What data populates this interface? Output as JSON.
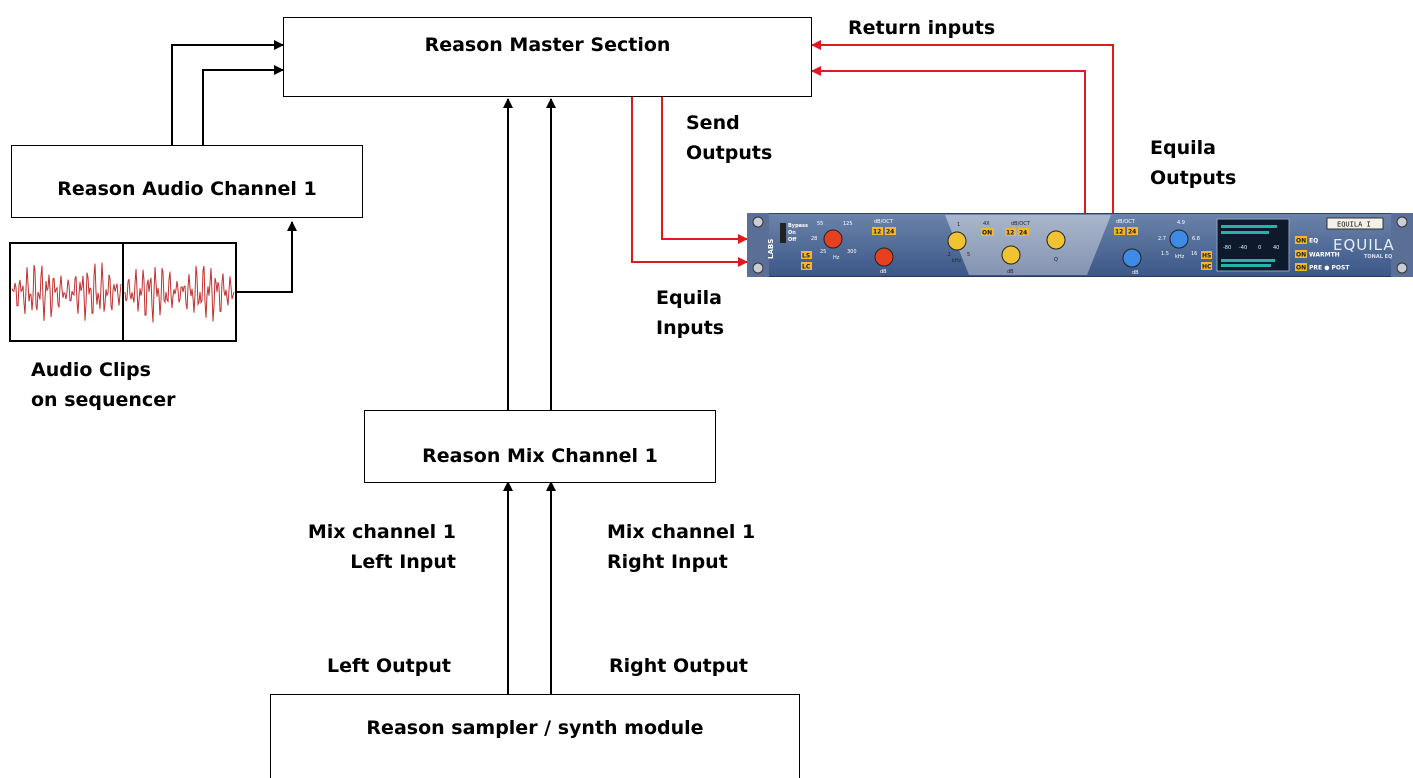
{
  "boxes": {
    "master": "Reason Master Section",
    "audio_channel": "Reason Audio Channel 1",
    "mix_channel": "Reason Mix Channel 1",
    "sampler": "Reason sampler / synth module"
  },
  "labels": {
    "return_inputs": "Return inputs",
    "send_outputs": [
      "Send",
      "Outputs"
    ],
    "equila_outputs": [
      "Equila",
      "Outputs"
    ],
    "equila_inputs": [
      "Equila",
      "Inputs"
    ],
    "audio_clips": [
      "Audio Clips",
      "on sequencer"
    ],
    "mix_left_input": [
      "Mix channel 1",
      "Left Input"
    ],
    "mix_right_input": [
      "Mix channel 1",
      "Right Input"
    ],
    "left_output": "Left Output",
    "right_output": "Right Output"
  },
  "equila": {
    "name_tag": "EQUILA I",
    "brand": "EQUILA",
    "sub_brand": "TONAL EQ",
    "maker": "LABS",
    "bypass_options": [
      "Bypass",
      "On",
      "Off"
    ],
    "section1": {
      "header": "dB/OCT",
      "freqs": [
        "55",
        "125",
        "28",
        "300",
        "25",
        "Hz"
      ],
      "slopes": [
        "12",
        "24"
      ],
      "buttons": [
        "LS",
        "LC"
      ],
      "gain_label": "dB"
    },
    "section2": {
      "freqs": [
        "1",
        ".2",
        "5",
        "kHz"
      ],
      "x4_label": "4X",
      "on_label": "ON",
      "header": "dB/OCT",
      "slopes": [
        "12",
        "24"
      ],
      "gain_label": "dB",
      "q_label": "Q"
    },
    "section3": {
      "header": "dB/OCT",
      "slopes": [
        "12",
        "24"
      ],
      "freqs": [
        "4.9",
        "2.7",
        "6.8",
        "1.5",
        "kHz",
        "16"
      ],
      "buttons": [
        "HS",
        "HC"
      ],
      "gain_label": "dB"
    },
    "meter_scale": [
      "-80",
      "-40",
      "0",
      "40"
    ],
    "switches": [
      {
        "state": "ON",
        "label": "EQ"
      },
      {
        "state": "ON",
        "label": "WARMTH"
      },
      {
        "state": "ON",
        "label": "PRE ● POST"
      }
    ]
  }
}
